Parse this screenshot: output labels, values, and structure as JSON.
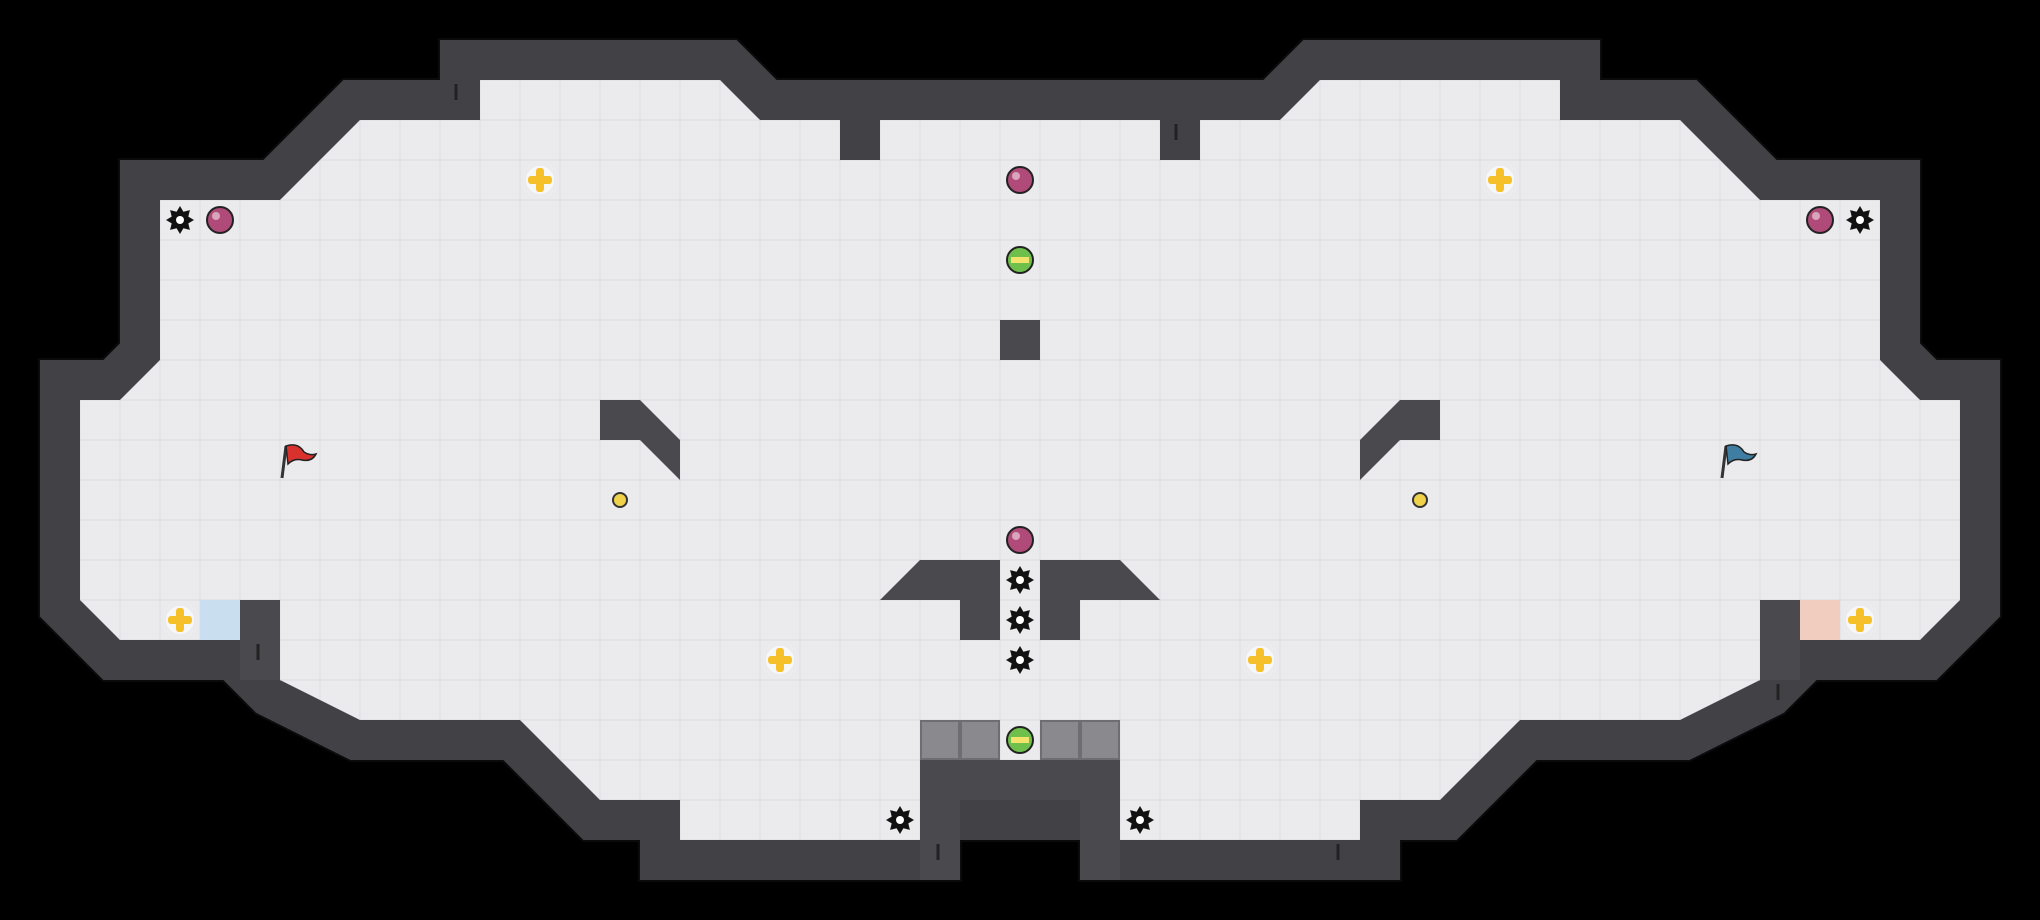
{
  "game": {
    "type": "capture-the-flag arena",
    "background_color": "#000000",
    "floor_color": "#ebebed",
    "grid_line_color": "#dcdce0",
    "wall_color": "#4a4a4e",
    "wall_edge_color": "#2a2a2e",
    "flags": [
      {
        "team": "red",
        "color": "#d9322e"
      },
      {
        "team": "blue",
        "color": "#3f7ea2"
      }
    ],
    "endzones": [
      {
        "team": "blue",
        "color": "#c9dff0"
      },
      {
        "team": "red",
        "color": "#f0cdbf"
      }
    ],
    "powerups": {
      "count": 4,
      "type": "potion",
      "color": "#b04a78"
    },
    "juke_juice": {
      "count": 2,
      "color": "#6fbf4c"
    },
    "boosts": {
      "count": 6,
      "color": "#f5c02a"
    },
    "bombs": {
      "count": 2,
      "color": "#f0d24a"
    },
    "spikes": {
      "count": 7,
      "color": "#111111"
    },
    "gates": {
      "count": 4,
      "state": "gray",
      "color": "#8a8a8e"
    }
  }
}
